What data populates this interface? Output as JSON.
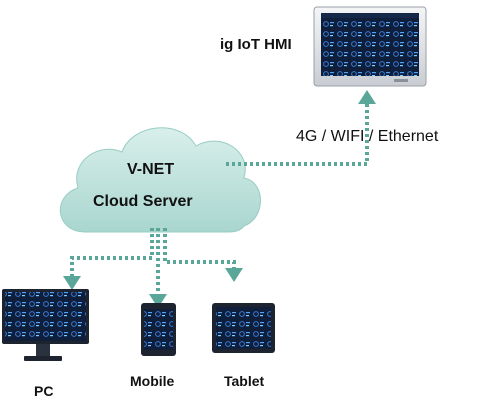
{
  "hmi": {
    "label": "ig IoT HMI"
  },
  "cloud": {
    "line1": "V-NET",
    "line2": "Cloud Server"
  },
  "link": {
    "label": "4G / WIFI / Ethernet"
  },
  "devices": {
    "pc": "PC",
    "mobile": "Mobile",
    "tablet": "Tablet"
  },
  "colors": {
    "connector": "#5aa79a",
    "cloud": "#bfe3dd",
    "screen": "#0d1a33",
    "bezel": "#1d2430"
  },
  "icons": {
    "connector_arrow": "arrow-head-icon",
    "cloud": "cloud-icon"
  }
}
